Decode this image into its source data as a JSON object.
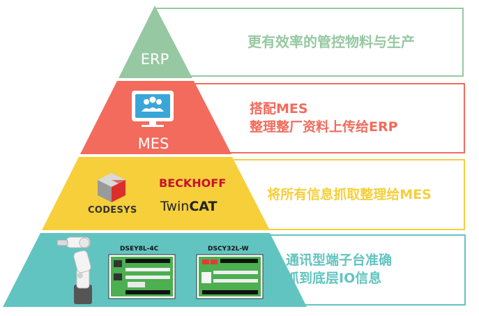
{
  "levels": {
    "erp": {
      "label": "ERP",
      "caption": "更有效率的管控物料与生产",
      "color": "#96c8a2"
    },
    "mes": {
      "label": "MES",
      "caption_lines": [
        "搭配MES",
        "整理整厂资料上传给ERP"
      ],
      "color": "#f26b5c"
    },
    "plc": {
      "caption": "将所有信息抓取整理给MES",
      "color": "#f6cf3b",
      "logos": {
        "codesys": "CODESYS",
        "beckhoff": "BECKHOFF",
        "twincat_a": "Twin",
        "twincat_b": "CAT"
      }
    },
    "io": {
      "caption_lines": [
        "通讯型端子台准确",
        "抓到底层IO信息"
      ],
      "color": "#62c4c1",
      "modules": [
        "DSEY8L-4C",
        "DSCY32L-W"
      ]
    }
  }
}
